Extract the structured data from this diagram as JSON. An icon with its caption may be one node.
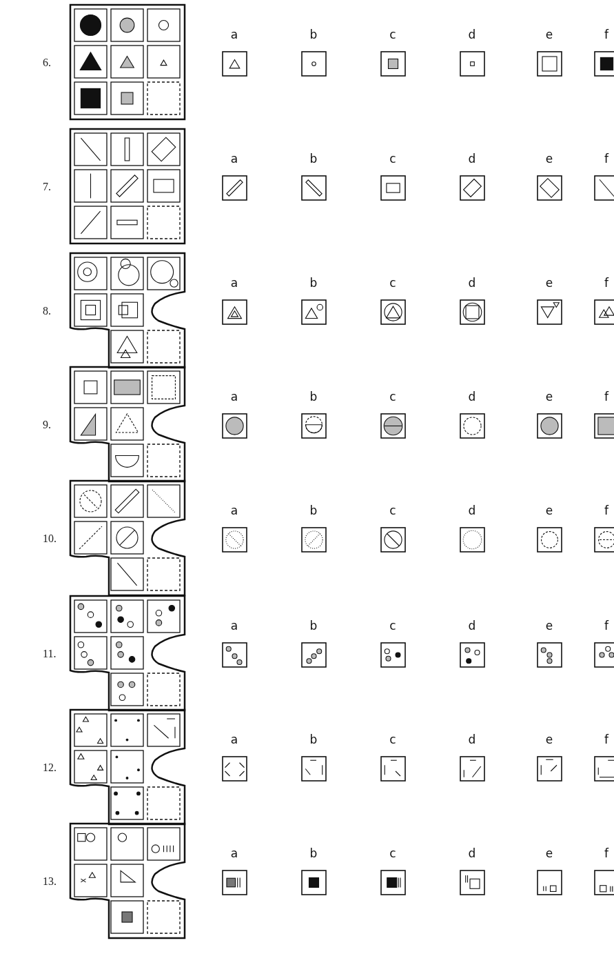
{
  "diagram": {
    "labels": [
      "6.",
      "a",
      "b",
      "c",
      "d",
      "e",
      "f",
      "7.",
      "a",
      "b",
      "c",
      "d",
      "e",
      "f",
      "8.",
      "a",
      "b",
      "c",
      "d",
      "e",
      "f",
      "9.",
      "a",
      "b",
      "c",
      "d",
      "e",
      "f",
      "10.",
      "a",
      "b",
      "c",
      "d",
      "e",
      "f",
      "11.",
      "a",
      "b",
      "c",
      "d",
      "e",
      "f",
      "12.",
      "a",
      "b",
      "c",
      "d",
      "e",
      "f",
      "13.",
      "a",
      "b",
      "c",
      "d",
      "e",
      "f"
    ]
  }
}
